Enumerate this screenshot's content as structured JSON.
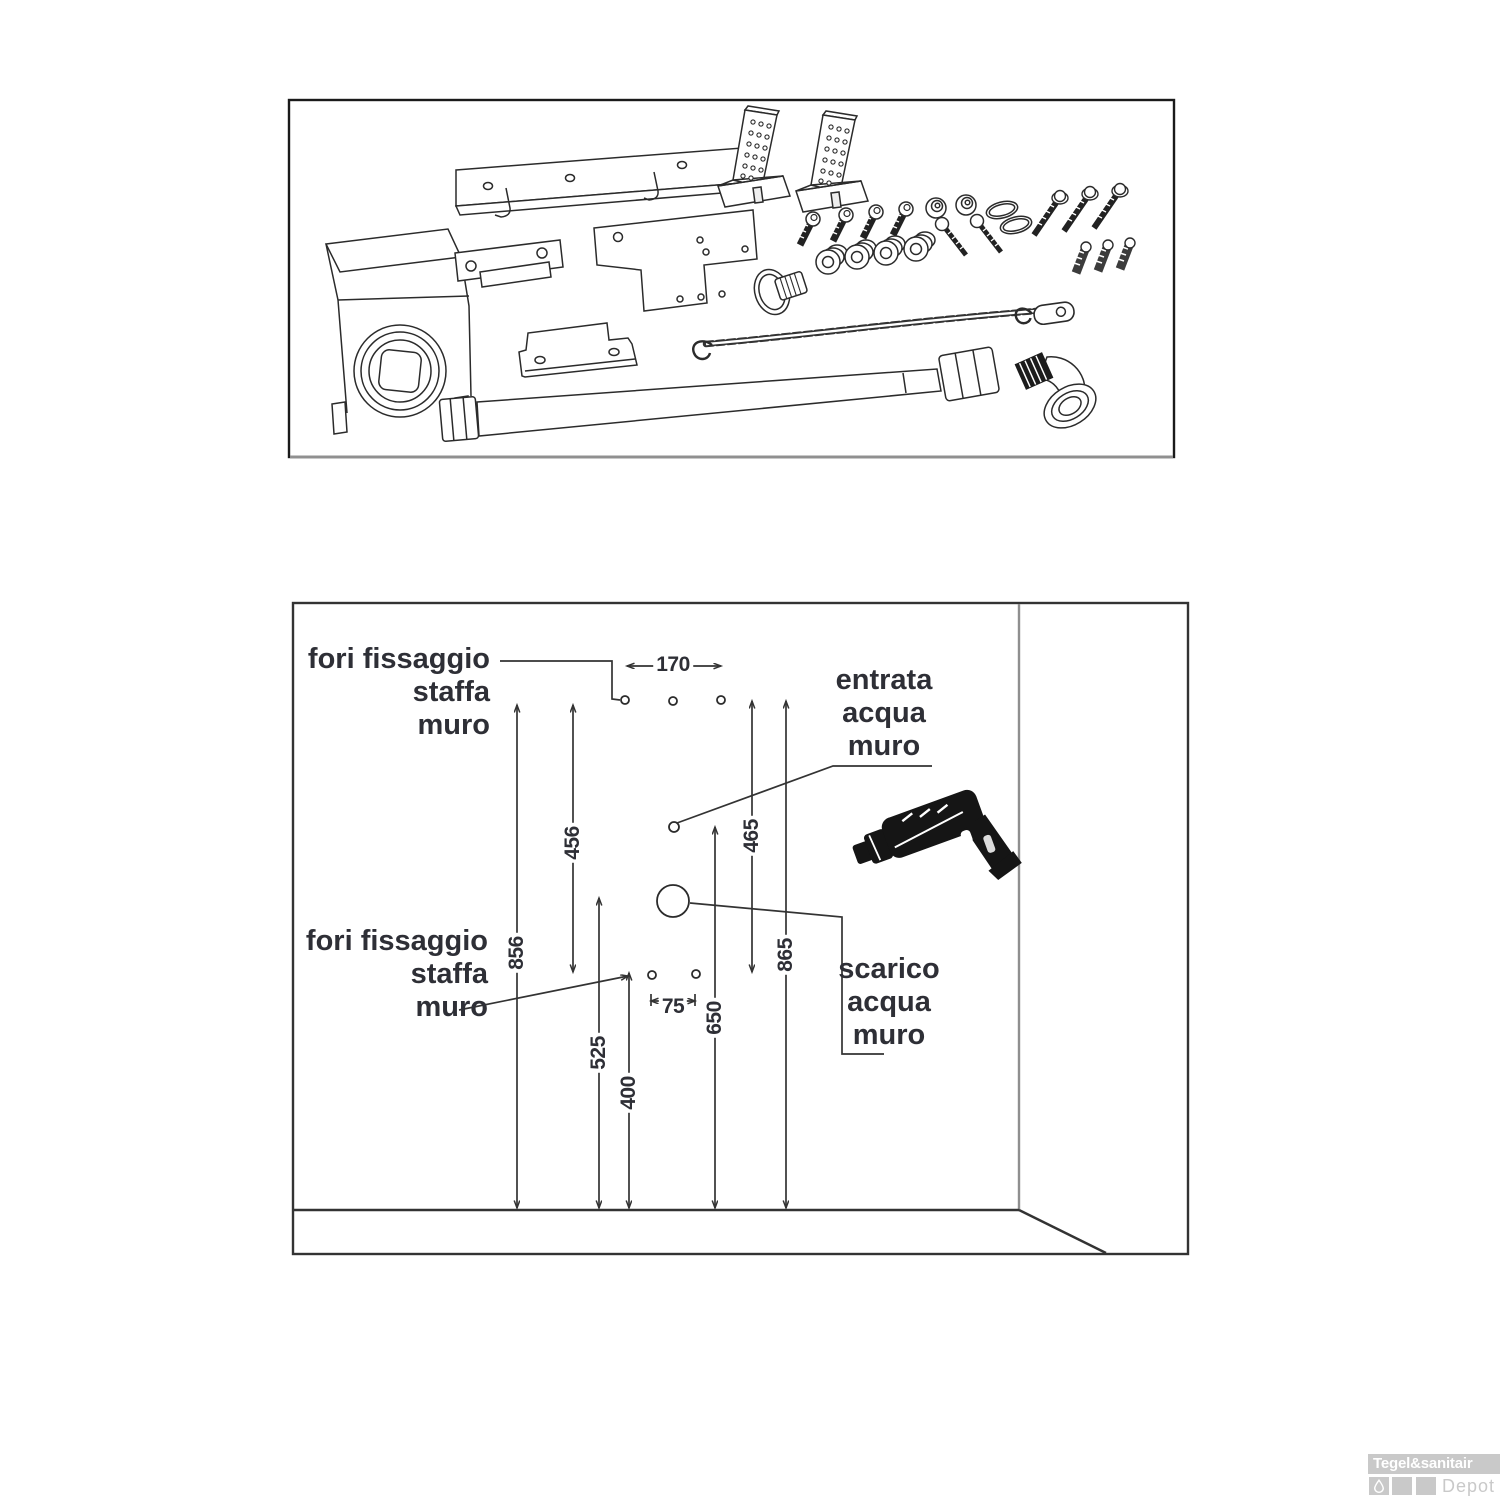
{
  "bottom_panel": {
    "labels": {
      "fori_top": "fori fissaggio\nstaffa\nmuro",
      "fori_bottom": "fori fissaggio\nstaffa\nmuro",
      "entrata": "entrata\nacqua\nmuro",
      "scarico": "scarico\nacqua\nmuro"
    },
    "dimensions": {
      "d170": "170",
      "d456": "456",
      "d465": "465",
      "d856": "856",
      "d865": "865",
      "d650": "650",
      "d525": "525",
      "d400": "400",
      "d75": "75"
    }
  },
  "watermark": {
    "brand": "Tegel&sanitair",
    "sub": "Depot"
  },
  "icons": {
    "watermark_square_icon": "water-drop-icon"
  },
  "colors": {
    "line": "#333333",
    "panel_border": "#1a1a1a",
    "label_text": "#2e2f36",
    "watermark_gray": "#c9c9c9"
  }
}
